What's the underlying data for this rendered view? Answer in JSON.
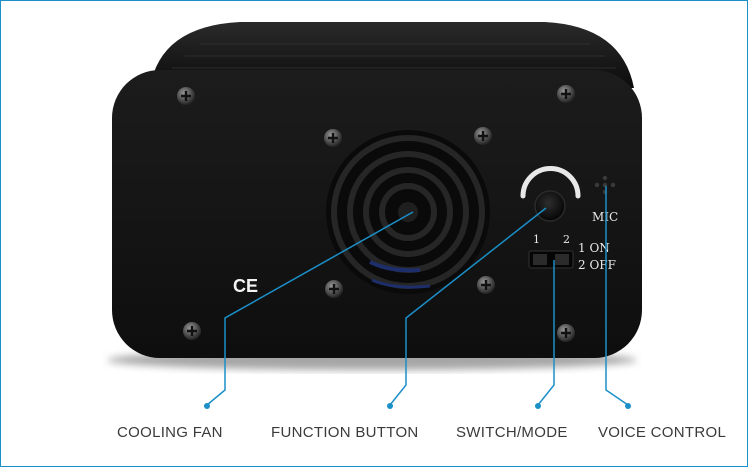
{
  "device": {
    "mic_label": "MIC",
    "switch_numbers": [
      "1",
      "2"
    ],
    "switch_legend": [
      "1 ON",
      "2 OFF"
    ],
    "ce_mark": "CE"
  },
  "callouts": [
    {
      "label": "COOLING FAN"
    },
    {
      "label": "FUNCTION BUTTON"
    },
    {
      "label": "SWITCH/MODE"
    },
    {
      "label": "VOICE CONTROL"
    }
  ],
  "colors": {
    "frame": "#1b8fc7",
    "callout_line": "#1b8fc7",
    "device_body": "#151515",
    "caption_text": "#3a3a3a"
  }
}
